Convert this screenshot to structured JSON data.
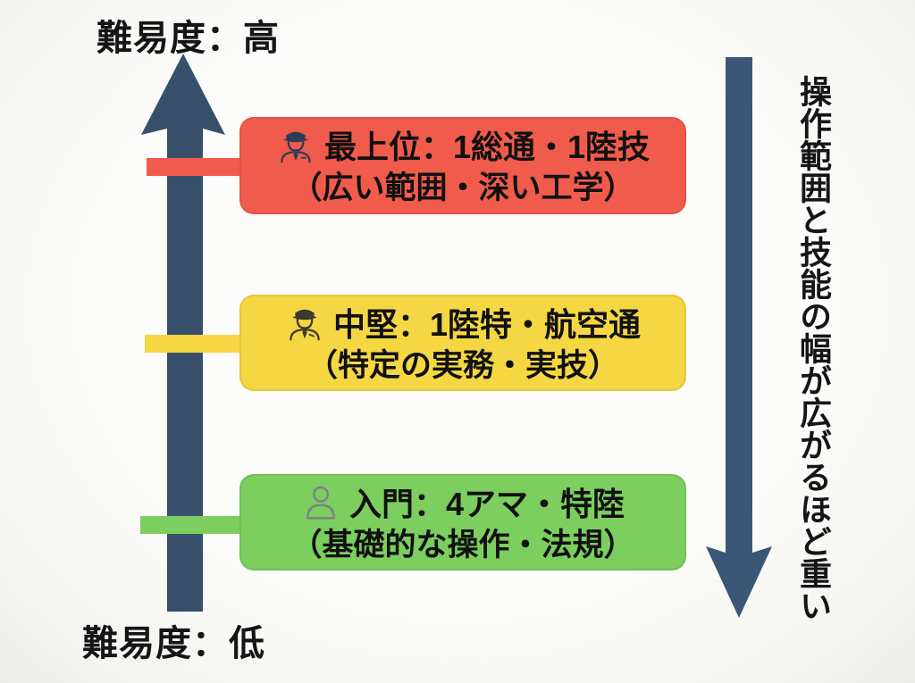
{
  "labels": {
    "difficulty_high": "難易度：高",
    "difficulty_low": "難易度：低",
    "right_axis": "操作範囲と技能の幅が広がるほど重い"
  },
  "colors": {
    "arrow_up": "#374F6B",
    "arrow_down": "#3B5676",
    "text": "#111111",
    "level_top": "#F15B4C",
    "level_middle": "#F5D743",
    "level_entry": "#7CCE5F"
  },
  "levels": [
    {
      "rank": "top",
      "line1": "最上位：1総通・1陸技",
      "line2": "（広い範囲・深い工学）",
      "color": "#F15B4C",
      "icon": "police-officer-icon"
    },
    {
      "rank": "middle",
      "line1": "中堅：1陸特・航空通",
      "line2": "（特定の実務・実技）",
      "color": "#F5D743",
      "icon": "pilot-officer-icon"
    },
    {
      "rank": "entry",
      "line1": "入門：4アマ・特陸",
      "line2": "（基礎的な操作・法規）",
      "color": "#7CCE5F",
      "icon": "person-icon"
    }
  ]
}
